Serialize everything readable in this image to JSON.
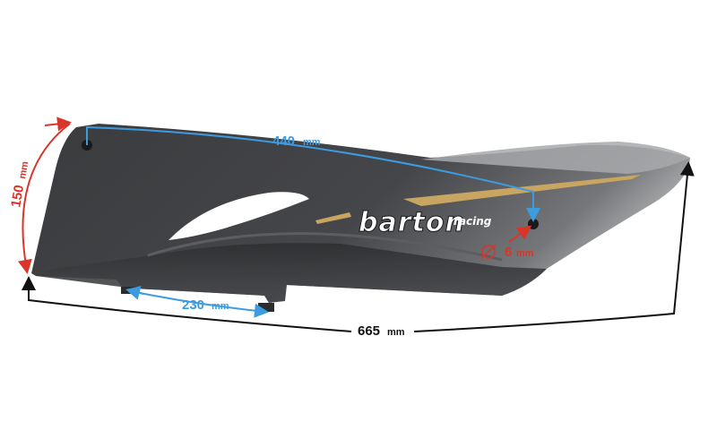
{
  "colors": {
    "blue": "#3d9be0",
    "red": "#d9352a",
    "black": "#111111",
    "panel_dark": "#3a3b3d",
    "panel_mid": "#4f5053",
    "panel_light": "#8e8f91",
    "gold": "#c8a561"
  },
  "logo": {
    "brand": "barton",
    "tagline": "racing"
  },
  "dimensions": {
    "top_width": {
      "value": "440",
      "unit": "mm"
    },
    "height": {
      "value": "150",
      "unit": "mm"
    },
    "mount_spacing": {
      "value": "230",
      "unit": "mm"
    },
    "total_length": {
      "value": "665",
      "unit": "mm"
    },
    "hole_diameter": {
      "value": "6",
      "unit": "mm"
    }
  }
}
